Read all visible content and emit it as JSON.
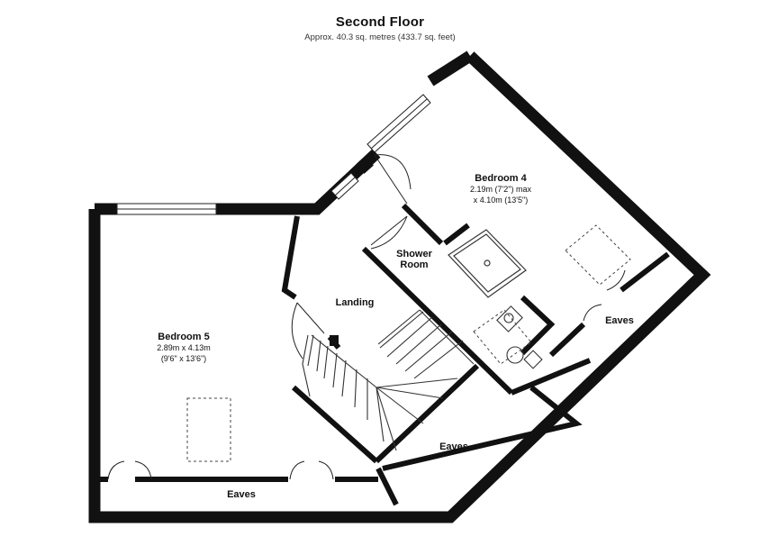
{
  "header": {
    "title": "Second Floor",
    "subtitle": "Approx. 40.3 sq. metres (433.7 sq. feet)"
  },
  "rooms": {
    "bedroom4": {
      "name": "Bedroom 4",
      "dim1": "2.19m (7'2\") max",
      "dim2": "x 4.10m (13'5\")"
    },
    "bedroom5": {
      "name": "Bedroom 5",
      "dim1": "2.89m x 4.13m",
      "dim2": "(9'6\" x 13'6\")"
    },
    "shower": {
      "line1": "Shower",
      "line2": "Room"
    },
    "landing": {
      "name": "Landing"
    },
    "eaves_right": {
      "name": "Eaves"
    },
    "eaves_middle": {
      "name": "Eaves"
    },
    "eaves_bottom": {
      "name": "Eaves"
    }
  },
  "colors": {
    "wall": "#111111",
    "window": "#ffffff",
    "line": "#222222"
  }
}
